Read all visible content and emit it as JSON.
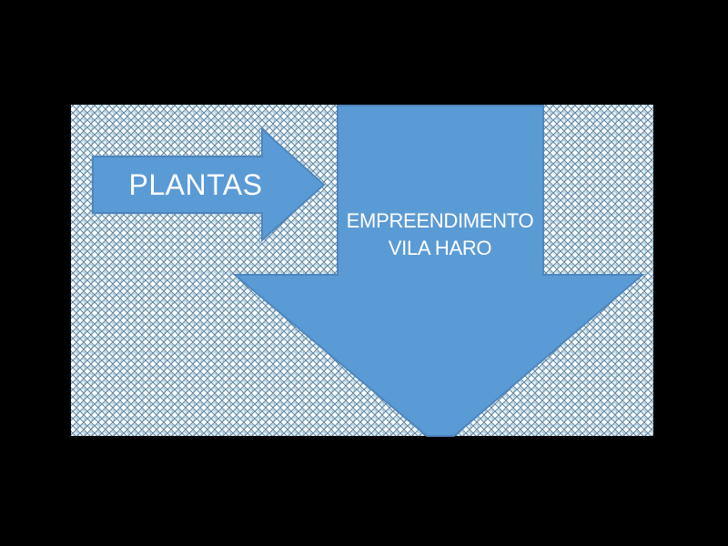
{
  "colors": {
    "background": "#000000",
    "shape_fill": "#5b9bd5",
    "shape_border": "#4e86bd",
    "pattern_foreground": "#5e84a0",
    "pattern_hook": "#9cc0d4",
    "pattern_background": "#fdfeff",
    "pattern_tint": "#eaf3f9",
    "label_text": "#ffffff"
  },
  "arrow_right": {
    "label": "PLANTAS"
  },
  "arrow_down": {
    "line1": "EMPREENDIMENTO",
    "line2": "VILA HARO"
  }
}
